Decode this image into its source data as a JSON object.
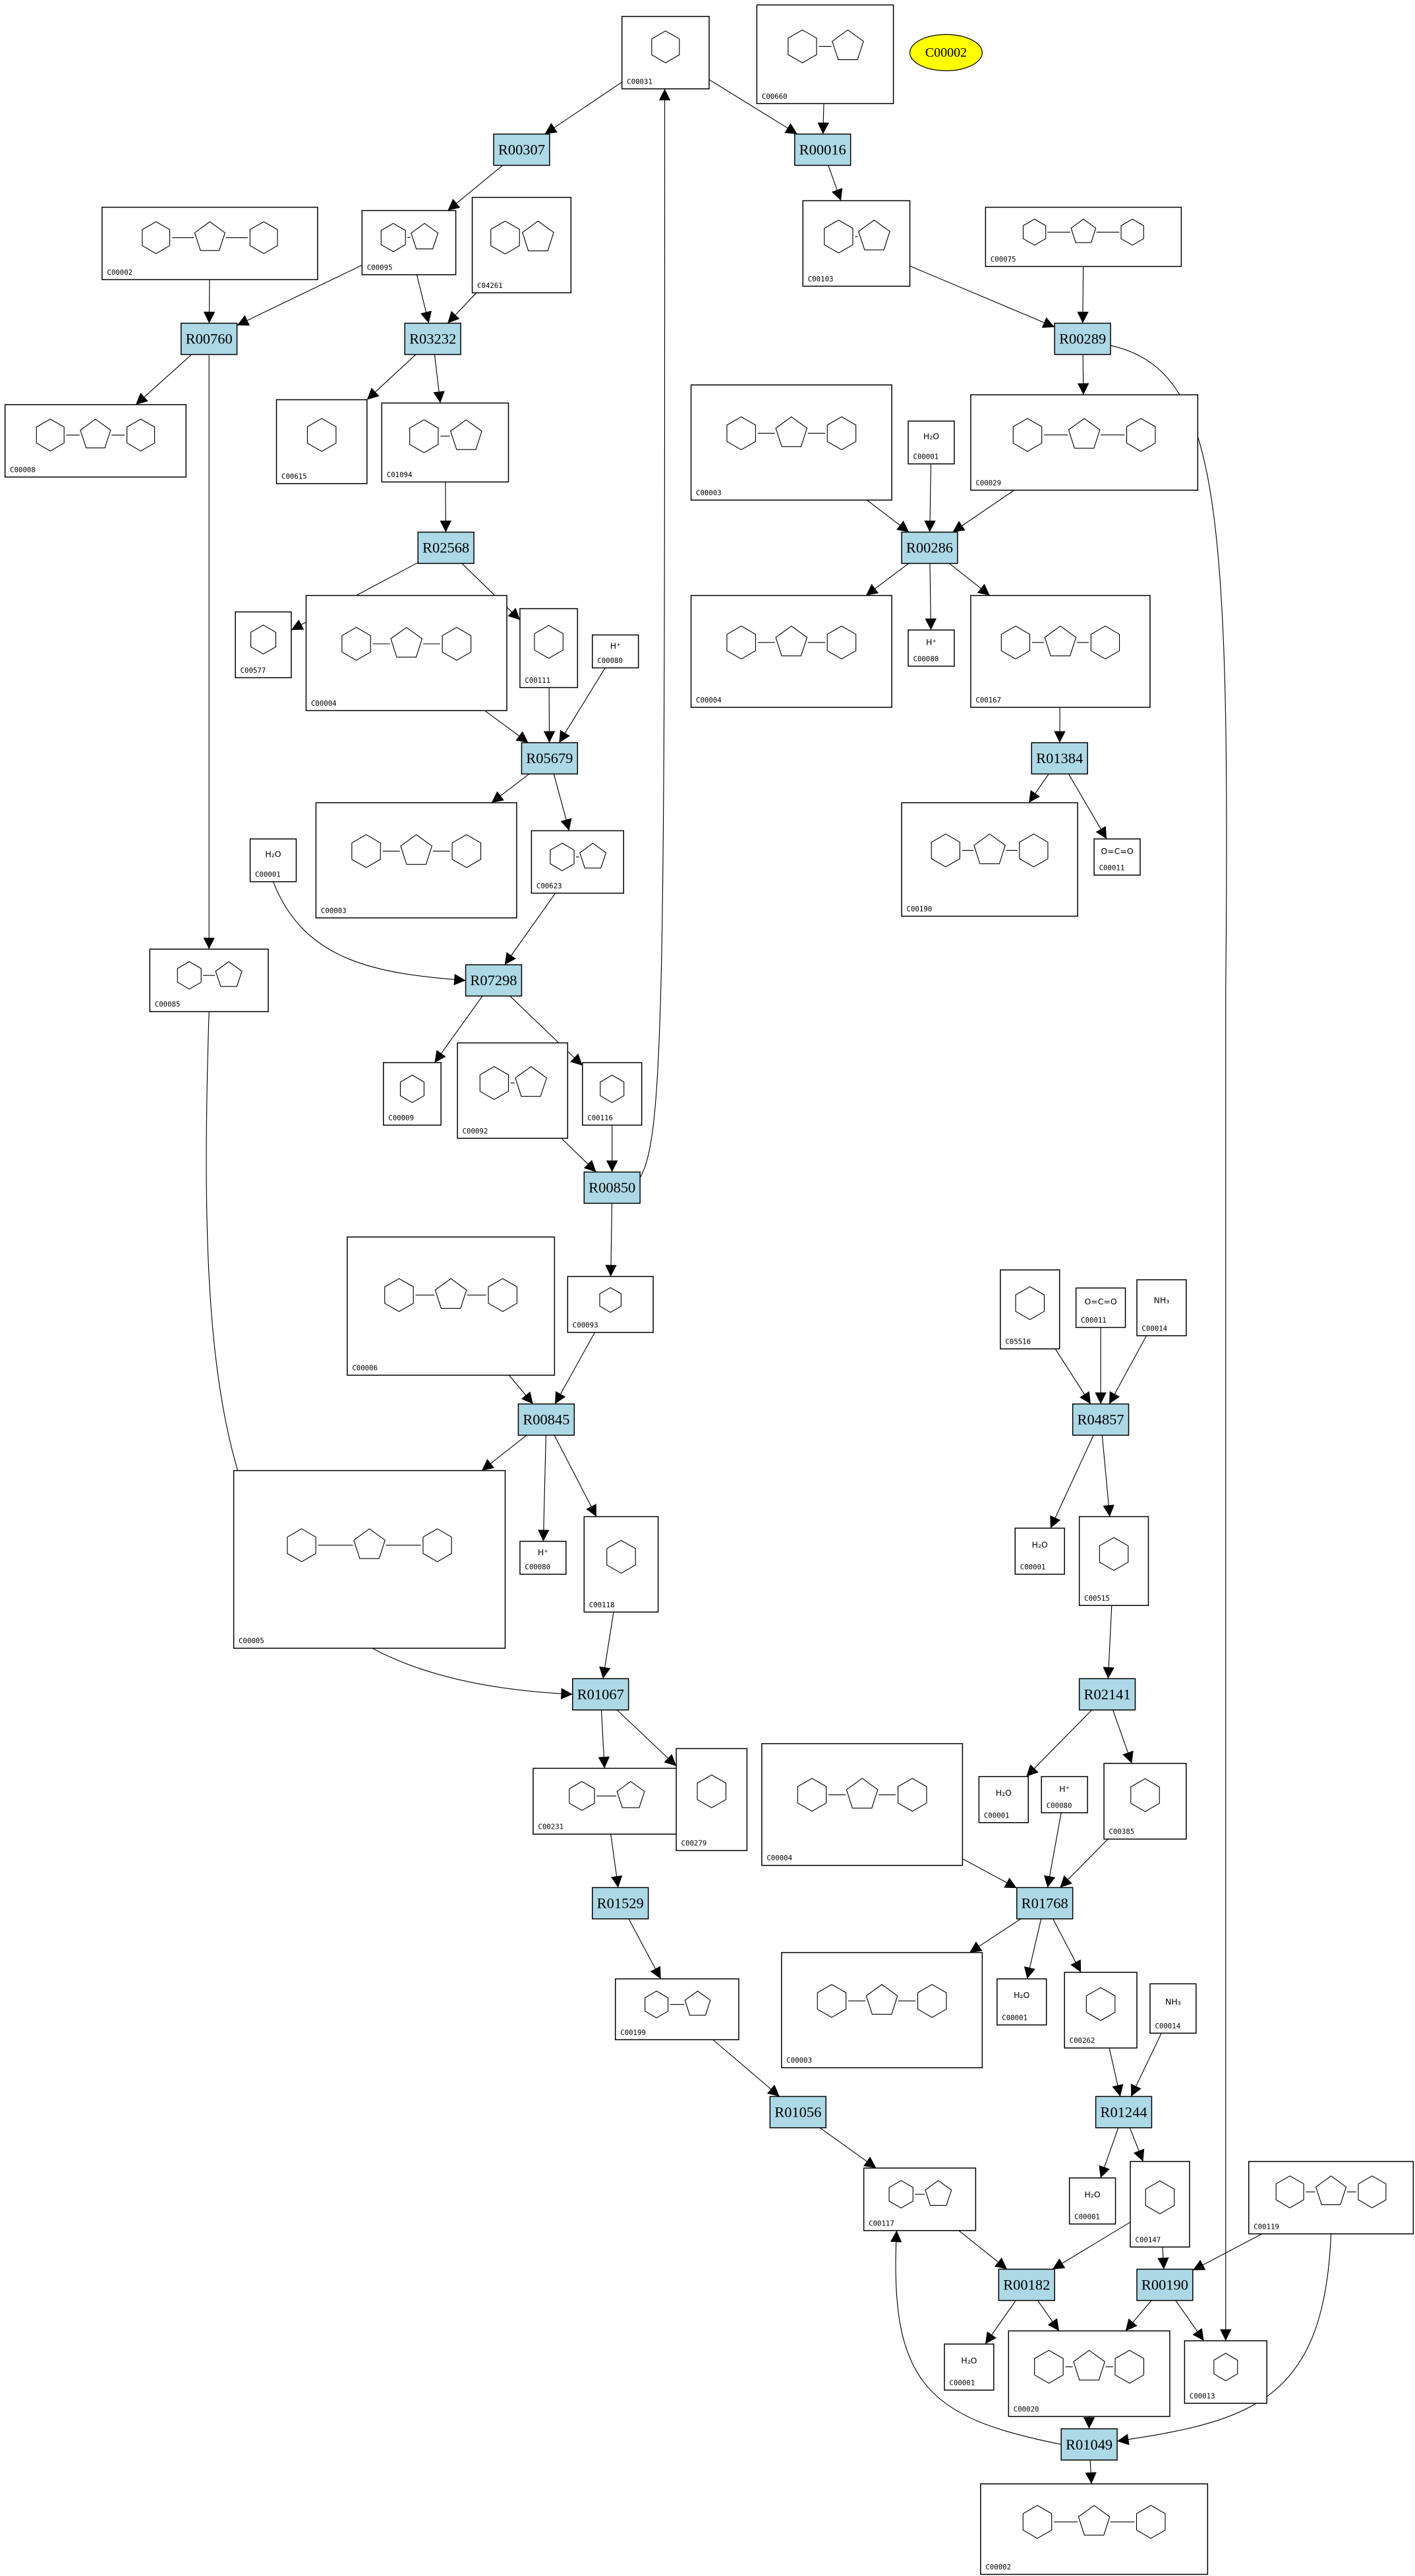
{
  "colors": {
    "reaction_fill": "#add8e6",
    "highlight_fill": "#ffff00",
    "compound_fill": "#ffffff",
    "edge": "#000000"
  },
  "nodes": [
    {
      "type": "reaction",
      "label": "R00307"
    },
    {
      "type": "reaction",
      "label": "R00016"
    },
    {
      "type": "reaction",
      "label": "R00760"
    },
    {
      "type": "reaction",
      "label": "R03232"
    },
    {
      "type": "reaction",
      "label": "R00289"
    },
    {
      "type": "reaction",
      "label": "R02568"
    },
    {
      "type": "reaction",
      "label": "R00286"
    },
    {
      "type": "reaction",
      "label": "R05679"
    },
    {
      "type": "reaction",
      "label": "R01384"
    },
    {
      "type": "reaction",
      "label": "R07298"
    },
    {
      "type": "reaction",
      "label": "R00850"
    },
    {
      "type": "reaction",
      "label": "R00845"
    },
    {
      "type": "reaction",
      "label": "R04857"
    },
    {
      "type": "reaction",
      "label": "R01067"
    },
    {
      "type": "reaction",
      "label": "R02141"
    },
    {
      "type": "reaction",
      "label": "R01768"
    },
    {
      "type": "reaction",
      "label": "R01529"
    },
    {
      "type": "reaction",
      "label": "R01056"
    },
    {
      "type": "reaction",
      "label": "R01244"
    },
    {
      "type": "reaction",
      "label": "R00182"
    },
    {
      "type": "reaction",
      "label": "R00190"
    },
    {
      "type": "reaction",
      "label": "R01049"
    },
    {
      "type": "compound",
      "label": "C00031"
    },
    {
      "type": "compound",
      "label": "C00660"
    },
    {
      "type": "highlight",
      "label": "C00002"
    },
    {
      "type": "compound",
      "label": "C00002"
    },
    {
      "type": "compound",
      "label": "C00095"
    },
    {
      "type": "compound",
      "label": "C04261"
    },
    {
      "type": "compound",
      "label": "C00103"
    },
    {
      "type": "compound",
      "label": "C00075"
    },
    {
      "type": "compound",
      "label": "C00008"
    },
    {
      "type": "compound",
      "label": "C00615"
    },
    {
      "type": "compound",
      "label": "C01094"
    },
    {
      "type": "compound",
      "label": "C00003"
    },
    {
      "type": "compound",
      "label": "C00001",
      "formula": "H₂O"
    },
    {
      "type": "compound",
      "label": "C00029"
    },
    {
      "type": "compound",
      "label": "C00577"
    },
    {
      "type": "compound",
      "label": "C00004"
    },
    {
      "type": "compound",
      "label": "C00111"
    },
    {
      "type": "compound",
      "label": "C00080",
      "formula": "H⁺"
    },
    {
      "type": "compound",
      "label": "C00004"
    },
    {
      "type": "compound",
      "label": "C00080",
      "formula": "H⁺"
    },
    {
      "type": "compound",
      "label": "C00167"
    },
    {
      "type": "compound",
      "label": "C00003"
    },
    {
      "type": "compound",
      "label": "C00001",
      "formula": "H₂O"
    },
    {
      "type": "compound",
      "label": "C00623"
    },
    {
      "type": "compound",
      "label": "C00190"
    },
    {
      "type": "compound",
      "label": "C00011",
      "formula": "O=C=O"
    },
    {
      "type": "compound",
      "label": "C00085"
    },
    {
      "type": "compound",
      "label": "C00009"
    },
    {
      "type": "compound",
      "label": "C00092"
    },
    {
      "type": "compound",
      "label": "C00116"
    },
    {
      "type": "compound",
      "label": "C00006"
    },
    {
      "type": "compound",
      "label": "C00093"
    },
    {
      "type": "compound",
      "label": "C05516"
    },
    {
      "type": "compound",
      "label": "C00011",
      "formula": "O=C=O"
    },
    {
      "type": "compound",
      "label": "C00014",
      "formula": "NH₃"
    },
    {
      "type": "compound",
      "label": "C00005"
    },
    {
      "type": "compound",
      "label": "C00080",
      "formula": "H⁺"
    },
    {
      "type": "compound",
      "label": "C00118"
    },
    {
      "type": "compound",
      "label": "C00001",
      "formula": "H₂O"
    },
    {
      "type": "compound",
      "label": "C00515"
    },
    {
      "type": "compound",
      "label": "C00231"
    },
    {
      "type": "compound",
      "label": "C00279"
    },
    {
      "type": "compound",
      "label": "C00004"
    },
    {
      "type": "compound",
      "label": "C00001",
      "formula": "H₂O"
    },
    {
      "type": "compound",
      "label": "C00080",
      "formula": "H⁺"
    },
    {
      "type": "compound",
      "label": "C00385"
    },
    {
      "type": "compound",
      "label": "C00003"
    },
    {
      "type": "compound",
      "label": "C00001",
      "formula": "H₂O"
    },
    {
      "type": "compound",
      "label": "C00262"
    },
    {
      "type": "compound",
      "label": "C00014",
      "formula": "NH₃"
    },
    {
      "type": "compound",
      "label": "C00199"
    },
    {
      "type": "compound",
      "label": "C00117"
    },
    {
      "type": "compound",
      "label": "C00001",
      "formula": "H₂O"
    },
    {
      "type": "compound",
      "label": "C00147"
    },
    {
      "type": "compound",
      "label": "C00119"
    },
    {
      "type": "compound",
      "label": "C00001",
      "formula": "H₂O"
    },
    {
      "type": "compound",
      "label": "C00020"
    },
    {
      "type": "compound",
      "label": "C00013"
    },
    {
      "type": "compound",
      "label": "C00002"
    }
  ],
  "edges": [
    [
      22,
      0
    ],
    [
      22,
      1
    ],
    [
      23,
      1
    ],
    [
      0,
      26
    ],
    [
      1,
      28
    ],
    [
      25,
      2
    ],
    [
      26,
      2
    ],
    [
      26,
      3
    ],
    [
      27,
      3
    ],
    [
      28,
      4
    ],
    [
      29,
      4
    ],
    [
      2,
      30
    ],
    [
      2,
      48
    ],
    [
      3,
      31
    ],
    [
      3,
      32
    ],
    [
      4,
      35
    ],
    [
      4,
      79
    ],
    [
      32,
      5
    ],
    [
      5,
      36
    ],
    [
      5,
      38
    ],
    [
      37,
      7
    ],
    [
      38,
      7
    ],
    [
      39,
      7
    ],
    [
      7,
      43
    ],
    [
      7,
      45
    ],
    [
      33,
      6
    ],
    [
      34,
      6
    ],
    [
      35,
      6
    ],
    [
      6,
      40
    ],
    [
      6,
      41
    ],
    [
      6,
      42
    ],
    [
      42,
      8
    ],
    [
      8,
      46
    ],
    [
      8,
      47
    ],
    [
      44,
      9
    ],
    [
      45,
      9
    ],
    [
      9,
      49
    ],
    [
      9,
      51
    ],
    [
      50,
      10
    ],
    [
      51,
      10
    ],
    [
      10,
      22
    ],
    [
      10,
      53
    ],
    [
      52,
      11
    ],
    [
      53,
      11
    ],
    [
      11,
      57
    ],
    [
      11,
      58
    ],
    [
      11,
      59
    ],
    [
      48,
      13
    ],
    [
      59,
      13
    ],
    [
      13,
      62
    ],
    [
      13,
      63
    ],
    [
      62,
      16
    ],
    [
      16,
      72
    ],
    [
      72,
      17
    ],
    [
      17,
      73
    ],
    [
      54,
      12
    ],
    [
      55,
      12
    ],
    [
      56,
      12
    ],
    [
      12,
      60
    ],
    [
      12,
      61
    ],
    [
      61,
      14
    ],
    [
      14,
      65
    ],
    [
      14,
      67
    ],
    [
      64,
      15
    ],
    [
      66,
      15
    ],
    [
      67,
      15
    ],
    [
      15,
      68
    ],
    [
      15,
      69
    ],
    [
      15,
      70
    ],
    [
      70,
      18
    ],
    [
      71,
      18
    ],
    [
      18,
      74
    ],
    [
      18,
      75
    ],
    [
      73,
      19
    ],
    [
      75,
      19
    ],
    [
      75,
      20
    ],
    [
      76,
      20
    ],
    [
      19,
      77
    ],
    [
      19,
      78
    ],
    [
      20,
      78
    ],
    [
      20,
      79
    ],
    [
      78,
      21
    ],
    [
      76,
      21
    ],
    [
      21,
      73
    ],
    [
      21,
      80
    ]
  ]
}
